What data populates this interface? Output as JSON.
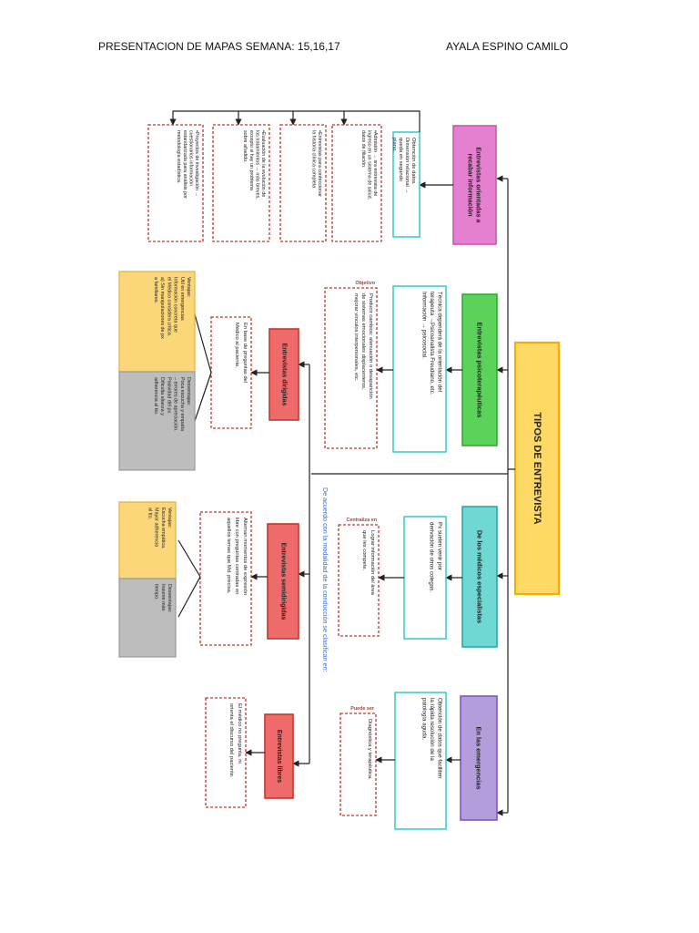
{
  "header": {
    "left": "PRESENTACION DE MAPAS SEMANA: 15,16,17",
    "right": "AYALA ESPINO CAMILO"
  },
  "colors": {
    "root_border": "#f0b000",
    "root_fill": "#ffd966",
    "pink": "#e57fd0",
    "green": "#5bd35b",
    "teal": "#6fd8d2",
    "purple": "#b39ddb",
    "red": "#ef6b6b",
    "red_dash": "#c0392b",
    "cyan_border": "#3ccfd0",
    "yellow_note": "#fcd77a",
    "gray_note": "#bdbdbd",
    "blue_text": "#3d6fd6"
  },
  "diagram": {
    "root": "TIPOS DE ENTREVISTA",
    "side_label": "De acuerdo con la modalidad de la conducción se clasifican en:",
    "categories": [
      {
        "id": "c1",
        "title": [
          "Entrevistas orientadas a",
          "recabar información"
        ],
        "detail": [
          "Obtención de datos.",
          "Dimensión relacional →",
          "queda   en   segundo",
          "plano."
        ],
        "subitems": [
          [
            "•Admisión → sra entrevista de",
            "ingreso en un sistema de salud,",
            "datos de filiación."
          ],
          [
            "•Entrevistas para confeccionar",
            "la historia clínica completa"
          ],
          [
            "•Evaluación de la evolución de",
            "los tratamientos → más breves,",
            "excepto si hay un problema",
            "sobre añadido."
          ],
          [
            "•Proyectos de investigación →",
            "cuestionarios     información",
            "estandarizada para análisis por",
            "metodología estadística."
          ]
        ]
      },
      {
        "id": "c2",
        "title": [
          "Entrevistas psicoterapéuticas"
        ],
        "detail": [
          "Técnica dependerá de la orientación del",
          "terapeuta →Psicoanalista Freudiano, etc.",
          "Información → psicosocial."
        ],
        "objective_label": "Objetivo",
        "objective": [
          "Producir cambios: atenuación o desaparición",
          "de   sistemas   emocionales   displacenteros,",
          "mejorar vínculos interpersonales, etc."
        ]
      },
      {
        "id": "c3",
        "title": [
          "De los médicos especialistas"
        ],
        "detail": [
          "Px    suelen    venir    por",
          "derivación de otros colegas."
        ],
        "focus_label": "Centraliza en",
        "focus": [
          "Lograr información del área",
          "que les compete."
        ]
      },
      {
        "id": "c4",
        "title": [
          "En las emergencias"
        ],
        "detail": [
          "Obtención de datos que faciliten",
          "la   rápida   resolución   de   la",
          "patología aguda."
        ],
        "can_label": "Puede ser",
        "can": [
          "Diagnóstica y terapéutica."
        ]
      }
    ],
    "modalities": [
      {
        "id": "m1",
        "title": [
          "Entrevistas dirigidas"
        ],
        "detail": [
          "En  base  de  preguntas  del",
          "Médico al paciente."
        ],
        "adv_label": "Ventajas:",
        "adv": [
          "Útil en emergencias",
          "Información concreta que",
          "el Médico considera crítica.",
          "a) Sin manipulaciones de px",
          "a familiares."
        ],
        "dis_label": "Desventajas:",
        "dis": [
          "Poca escucha y empatía",
          "– errores de apreciación.",
          "Pasividad del px.",
          "Dificulta  alianza  y",
          "adherencia al tto."
        ]
      },
      {
        "id": "m2",
        "title": [
          "Entrevistas semidirigidas"
        ],
        "detail": [
          "Alternan   momentos   de   expresión",
          "libre  con  preguntas  centradas  en",
          "aquellos temas que Md. precisa."
        ],
        "adv_label": "Ventajas:",
        "adv": [
          "Escucha empática.",
          "Mayor adherencia",
          "al tto."
        ],
        "dis_label": "Desventajas:",
        "dis": [
          "Insume          más",
          "tiempo."
        ]
      },
      {
        "id": "m3",
        "title": [
          "Entrevistas libres"
        ],
        "detail": [
          "El   médico   no   pregunta,   ni",
          "orienta el discurso del paciente."
        ]
      }
    ]
  }
}
